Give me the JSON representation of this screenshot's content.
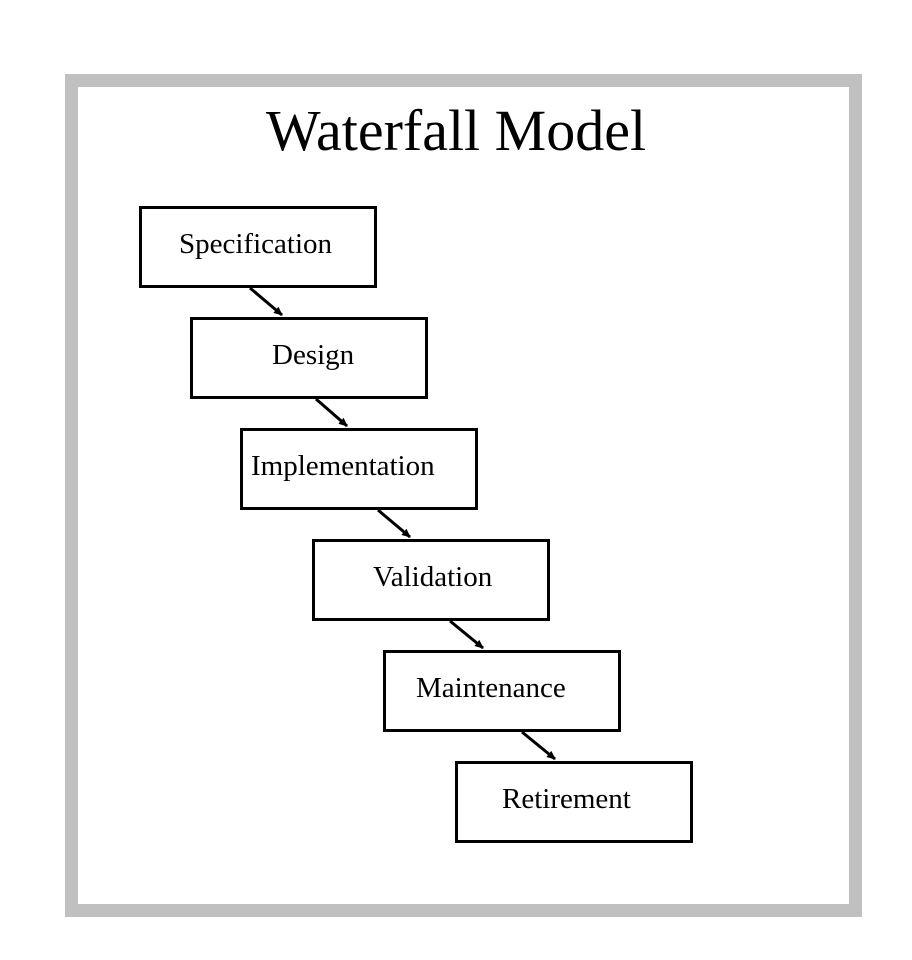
{
  "diagram": {
    "title": "Waterfall Model",
    "stages": [
      {
        "id": "specification",
        "label": "Specification"
      },
      {
        "id": "design",
        "label": "Design"
      },
      {
        "id": "implementation",
        "label": "Implementation"
      },
      {
        "id": "validation",
        "label": "Validation"
      },
      {
        "id": "maintenance",
        "label": "Maintenance"
      },
      {
        "id": "retirement",
        "label": "Retirement"
      }
    ],
    "edges": [
      {
        "from": "specification",
        "to": "design"
      },
      {
        "from": "design",
        "to": "implementation"
      },
      {
        "from": "implementation",
        "to": "validation"
      },
      {
        "from": "validation",
        "to": "maintenance"
      },
      {
        "from": "maintenance",
        "to": "retirement"
      }
    ],
    "colors": {
      "frame": "#c0c0c0",
      "stroke": "#000000",
      "background": "#ffffff"
    }
  }
}
